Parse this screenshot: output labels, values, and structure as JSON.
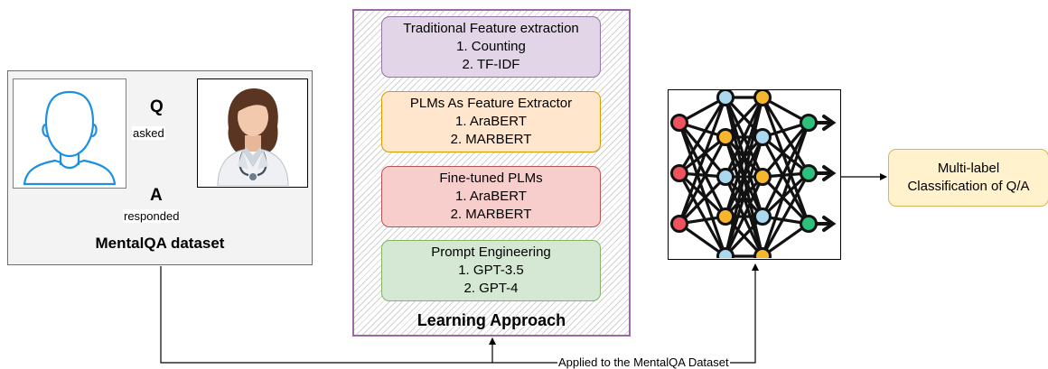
{
  "dataset": {
    "title": "MentalQA dataset",
    "q_label": "Q",
    "a_label": "A",
    "asked_label": "asked",
    "responded_label": "responded",
    "patient_icon": "person-outline-icon",
    "doctor_icon": "doctor-icon"
  },
  "learning": {
    "title": "Learning Approach",
    "methods": [
      {
        "title": "Traditional Feature extraction",
        "items": [
          "1. Counting",
          "2. TF-IDF"
        ],
        "fill": "#e1d5e7",
        "stroke": "#9673a6"
      },
      {
        "title": "PLMs As Feature Extractor",
        "items": [
          "1. AraBERT",
          "2. MARBERT"
        ],
        "fill": "#ffe6cc",
        "stroke": "#d79b00"
      },
      {
        "title": "Fine-tuned PLMs",
        "items": [
          "1. AraBERT",
          "2. MARBERT"
        ],
        "fill": "#f8cecc",
        "stroke": "#b85450"
      },
      {
        "title": "Prompt Engineering",
        "items": [
          "1. GPT-3.5",
          "2. GPT-4"
        ],
        "fill": "#d5e8d4",
        "stroke": "#82b366"
      }
    ]
  },
  "network": {
    "icon": "neural-network-icon",
    "input_color": "#ef5360",
    "hidden_color_a": "#f8b62c",
    "hidden_color_b": "#a9d8f0",
    "output_color": "#2dbf7c"
  },
  "output": {
    "line1": "Multi-label",
    "line2": "Classification of Q/A"
  },
  "feedback_label": "Applied to the MentalQA Dataset"
}
